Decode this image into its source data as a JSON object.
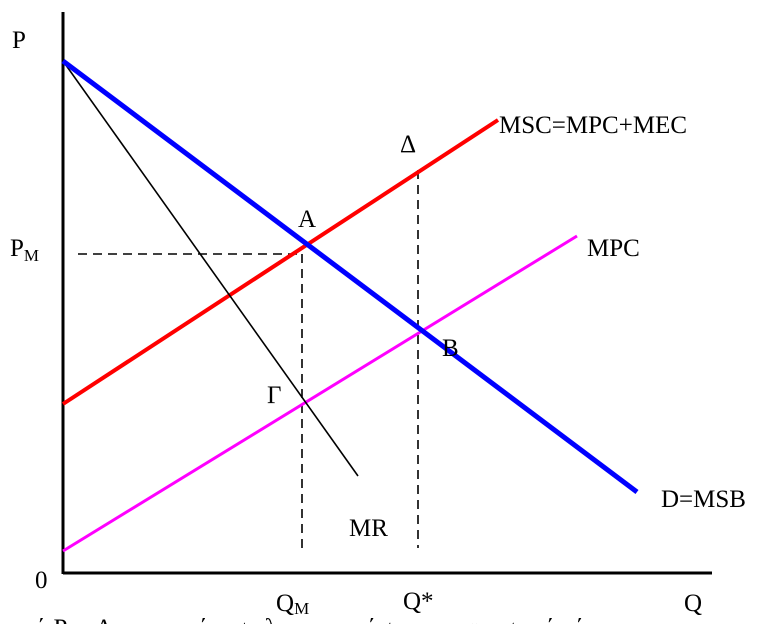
{
  "diagram": {
    "axes": {
      "y_label": "P",
      "x_label": "Q",
      "origin_label": "0"
    },
    "curves": {
      "demand": {
        "label": "D=MSB",
        "color": "#0000ff"
      },
      "msc": {
        "label": "MSC=MPC+MEC",
        "color": "#ff0000"
      },
      "mpc": {
        "label": "MPC",
        "color": "#ff00ff"
      },
      "mr": {
        "label": "MR",
        "color": "#000000"
      }
    },
    "points": {
      "a": "A",
      "b": "B",
      "gamma": "Γ",
      "delta": "Δ"
    },
    "price_label": {
      "main": "P",
      "sub": "M"
    },
    "quantity_labels": {
      "qm": {
        "main": "Q",
        "sub": "M"
      },
      "qstar": "Q*"
    },
    "caption": {
      "line_start": "τιμή P",
      "line_sub": "M",
      "line_rest": ". Αν η επιχείρηση λειτουργούσε ανταγωνιστικά τό"
    }
  }
}
